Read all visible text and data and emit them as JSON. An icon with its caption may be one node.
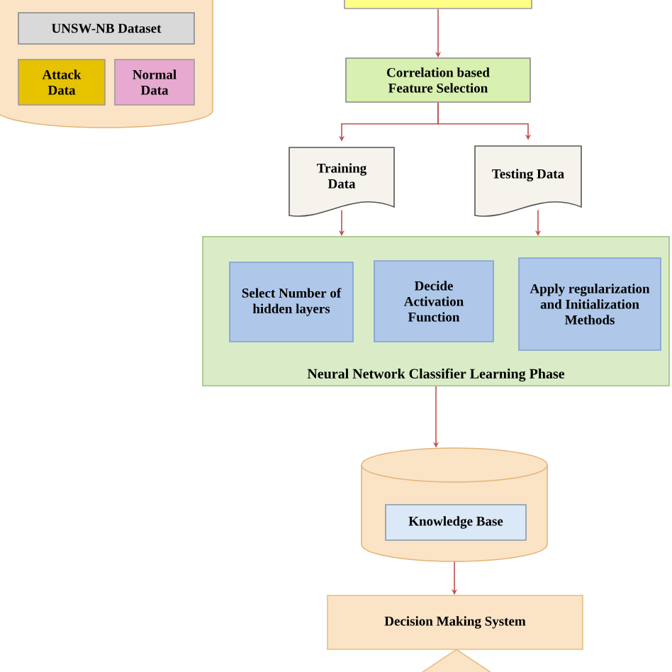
{
  "diagram": {
    "nodes": [
      {
        "text": [],
        "shape": "cylinder"
      },
      {
        "text": [
          "UNSW-NB Dataset"
        ],
        "in": 0
      },
      {
        "text": [
          "Attack Data"
        ],
        "in": 0
      },
      {
        "text": [
          "Normal Data"
        ],
        "in": 0
      },
      {
        "text": [],
        "shape": "box"
      },
      {
        "text": [
          "Correlation based Feature Selection"
        ]
      },
      {
        "text": [
          "Training Data"
        ]
      },
      {
        "text": [
          "Testing Data"
        ]
      },
      {
        "text": [
          "Neural Network Classifier Learning Phase"
        ]
      },
      {
        "text": [
          "Select Number of hidden layers"
        ],
        "in": 8
      },
      {
        "text": [
          "Decide Activation Function"
        ],
        "in": 8
      },
      {
        "text": [
          "Apply regularization and Initialization Methods"
        ],
        "in": 8
      },
      {
        "text": [],
        "shape": "cylinder"
      },
      {
        "text": [
          "Knowledge Base"
        ],
        "in": 12
      },
      {
        "text": [
          "Decision Making System"
        ]
      },
      {
        "text": [],
        "shape": "diamond"
      }
    ],
    "edges": [
      {
        "from": 4,
        "to": 5,
        "arrow": "to"
      },
      {
        "from": 5,
        "to": 6,
        "arrow": "to"
      },
      {
        "from": 5,
        "to": 7,
        "arrow": "to"
      },
      {
        "from": 6,
        "to": 8,
        "arrow": "to"
      },
      {
        "from": 7,
        "to": 8,
        "arrow": "to"
      },
      {
        "from": 8,
        "to": 12,
        "arrow": "to"
      },
      {
        "from": 12,
        "to": 14,
        "arrow": "to"
      }
    ]
  }
}
